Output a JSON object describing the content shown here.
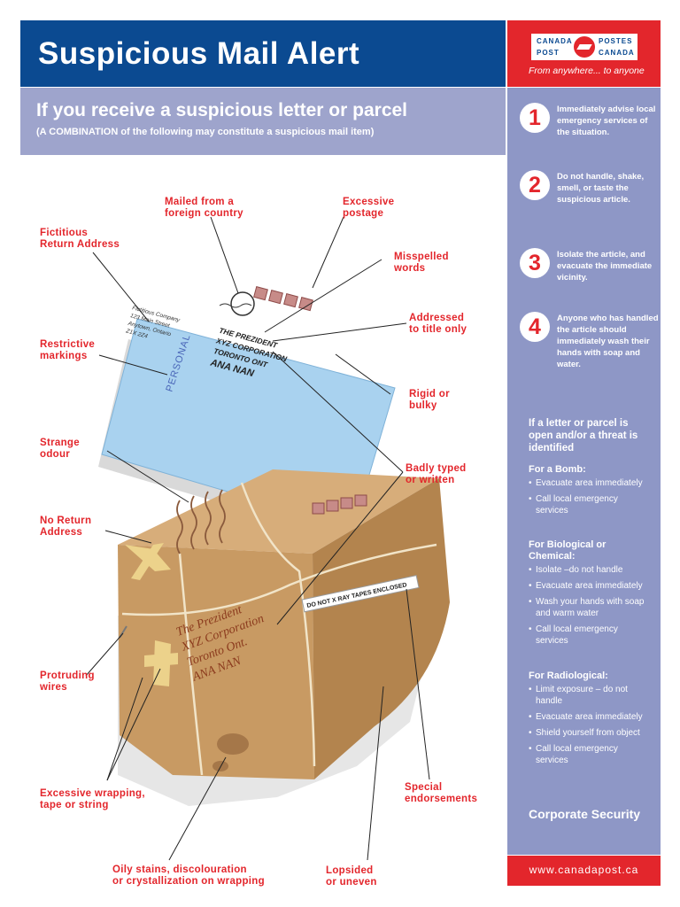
{
  "header": {
    "title": "Suspicious Mail Alert",
    "logo_top_left": "CANADA",
    "logo_top_right": "POSTES",
    "logo_bottom_left": "POST",
    "logo_bottom_right": "CANADA",
    "tagline": "From anywhere... to anyone"
  },
  "subheader": {
    "title": "If you receive a suspicious letter or parcel",
    "subtitle": "(A COMBINATION of the following may constitute a suspicious mail item)"
  },
  "labels": {
    "foreign": [
      "Mailed from a",
      "foreign country"
    ],
    "postage": [
      "Excessive",
      "postage"
    ],
    "fictitious": [
      "Fictitious",
      "Return Address"
    ],
    "misspelled": [
      "Misspelled",
      "words"
    ],
    "addressed": [
      "Addressed",
      "to title only"
    ],
    "restrictive": [
      "Restrictive",
      "markings"
    ],
    "rigid": [
      "Rigid or",
      "bulky"
    ],
    "odour": [
      "Strange",
      "odour"
    ],
    "badly": [
      "Badly typed",
      "or written"
    ],
    "noreturn": [
      "No Return",
      "Address"
    ],
    "wires": [
      "Protruding",
      "wires"
    ],
    "wrapping": [
      "Excessive wrapping,",
      "tape or string"
    ],
    "special": [
      "Special",
      "endorsements"
    ],
    "stains": [
      "Oily stains, discolouration",
      "or crystallization on wrapping"
    ],
    "lopsided": [
      "Lopsided",
      "or uneven"
    ]
  },
  "envelope": {
    "return_lines": [
      "Fictitious Company",
      "123 Main Street",
      "Anytown, Ontario",
      "Z1X 2Z4"
    ],
    "marking": "PERSONAL",
    "address_lines": [
      "THE PREZIDENT",
      "XYZ CORPORATION",
      "TORONTO ONT",
      "ANA NAN"
    ]
  },
  "parcel": {
    "address_lines": [
      "The Prezident",
      "XYZ Corporation",
      "Toronto Ont.",
      "ANA NAN"
    ],
    "endorsement": "DO NOT X RAY TAPES ENCLOSED"
  },
  "steps": [
    {
      "num": "1",
      "text": "Immediately advise local emergency services of the situation."
    },
    {
      "num": "2",
      "text": "Do not handle, shake, smell, or taste the suspicious article."
    },
    {
      "num": "3",
      "text": "Isolate the article, and evacuate the immediate vicinity."
    },
    {
      "num": "4",
      "text": "Anyone who has handled the article should immediately wash their hands with soap and water."
    }
  ],
  "open_heading": "If a letter or parcel is open and/or a threat is identified",
  "categories": [
    {
      "title": "For a Bomb:",
      "items": [
        "Evacuate area immediately",
        "Call local emergency services"
      ]
    },
    {
      "title": "For Biological or Chemical:",
      "items": [
        "Isolate –do not handle",
        "Evacuate area immediately",
        "Wash your hands with soap and warm water",
        "Call local emergency services"
      ]
    },
    {
      "title": "For Radiological:",
      "items": [
        "Limit exposure – do not handle",
        "Evacuate area immediately",
        "Shield yourself from object",
        "Call local emergency services"
      ]
    }
  ],
  "corporate": "Corporate Security",
  "url": "www.canadapost.ca",
  "colors": {
    "blue": "#0b4a91",
    "red": "#e3262c",
    "lavender": "#8e97c6",
    "envelope": "#a9d2ef",
    "parcel": "#c89a63"
  }
}
